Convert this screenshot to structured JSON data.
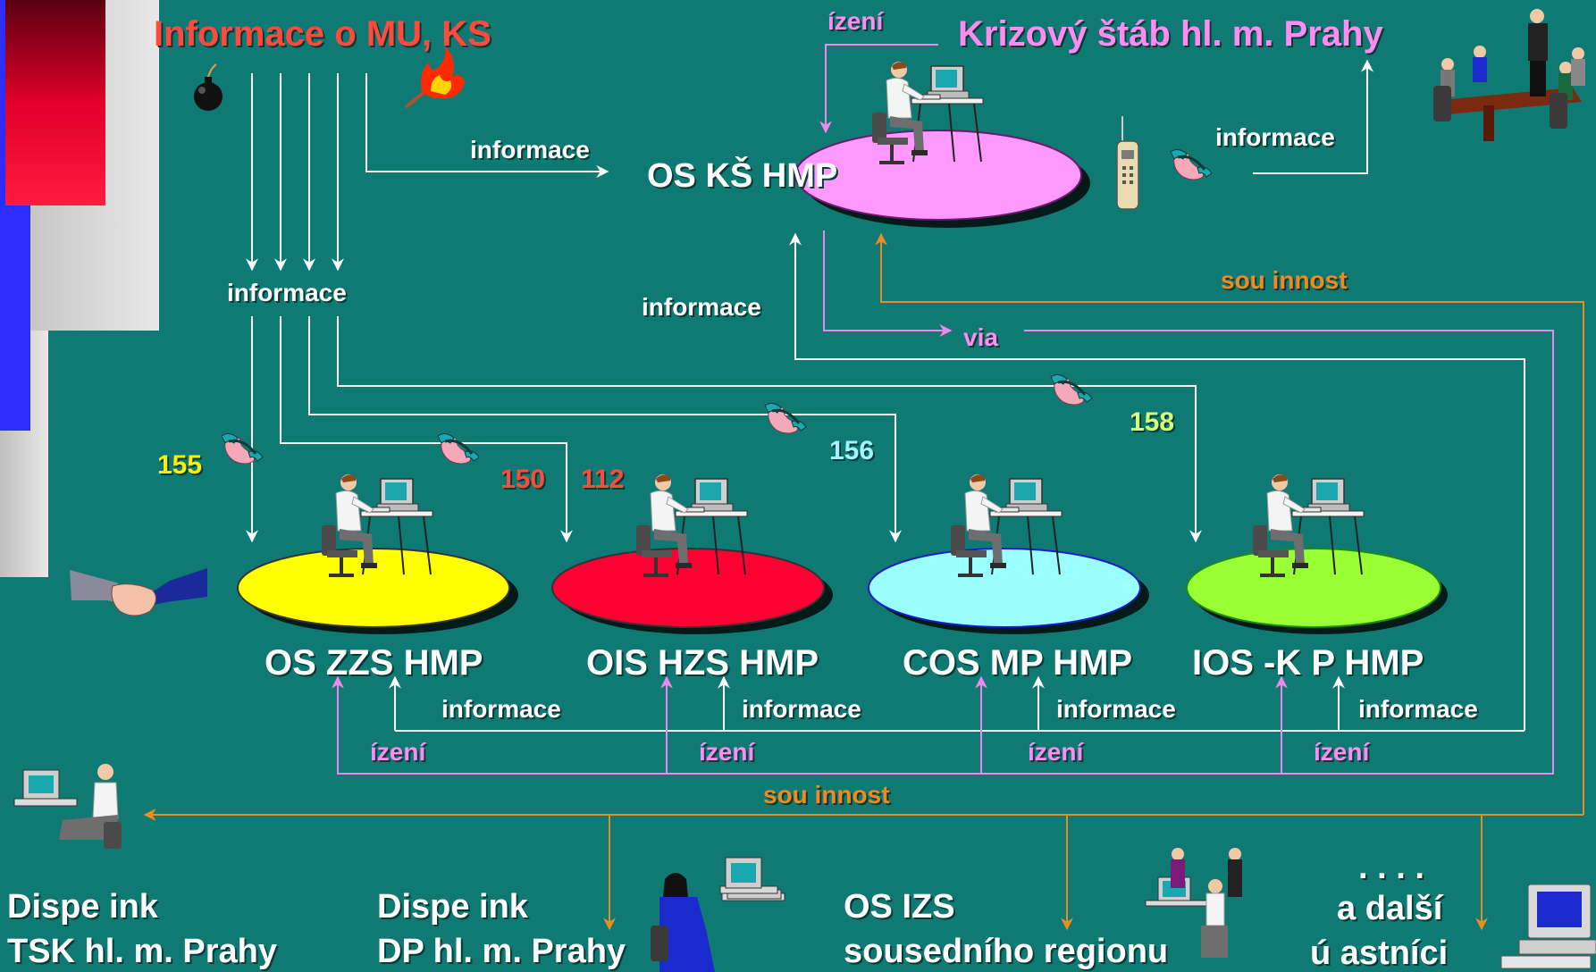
{
  "header": {
    "info_title": "Informace  o MU, KS",
    "ks_title": "Krizový štáb hl. m. Prahy",
    "izeni_top": "ízení"
  },
  "center": {
    "label": "OS KŠ HMP",
    "color": "#ff99ff"
  },
  "edge_labels": {
    "informace_top": "informace",
    "informace_left": "informace",
    "informace_center": "informace",
    "informace_right": "informace",
    "via": "via",
    "soucinnost_top": "sou  innost",
    "soucinnost_bottom": "sou  innost"
  },
  "phone_numbers": {
    "n155": "155",
    "n150": "150",
    "n112": "112",
    "n156": "156",
    "n158": "158"
  },
  "centers": [
    {
      "label": "OS ZZS HMP",
      "color": "#ffff00",
      "informace": "informace",
      "izeni": "ízení"
    },
    {
      "label": "OIS HZS HMP",
      "color": "#ff0033",
      "informace": "informace",
      "izeni": "ízení"
    },
    {
      "label": "COS MP HMP",
      "color": "#99ffff",
      "informace": "informace",
      "izeni": "ízení"
    },
    {
      "label": "IOS -K   P HMP",
      "color": "#99ff33",
      "informace": "informace",
      "izeni": "ízení"
    }
  ],
  "bottom": {
    "tsk_line1": "Dispe  ink",
    "tsk_line2": "TSK hl. m. Prahy",
    "dp_line1": "Dispe  ink",
    "dp_line2": "DP hl. m. Prahy",
    "izs_line1": "OS IZS",
    "izs_line2": "sousedního regionu",
    "dots": ". . . .",
    "others_line1": "a další",
    "others_line2": "ú  astníci"
  },
  "colors": {
    "background": "#0f7a74",
    "info_arrows": "#ffffff",
    "izeni_arrows": "#ee88ee",
    "soucinnost_arrows": "#f08a1c"
  }
}
